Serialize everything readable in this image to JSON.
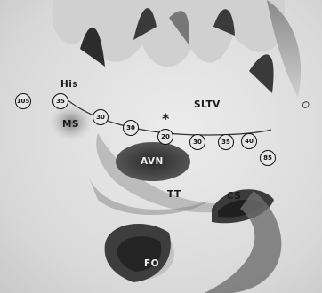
{
  "figure": {
    "labels": {
      "his": "His",
      "ms": "MS",
      "sltv": "SLTV",
      "avn": "AVN",
      "tt": "TT",
      "cs": "CS",
      "fo": "FO",
      "star": "*"
    },
    "measurements": [
      "105",
      "35",
      "30",
      "30",
      "20",
      "30",
      "35",
      "40",
      "85"
    ]
  }
}
